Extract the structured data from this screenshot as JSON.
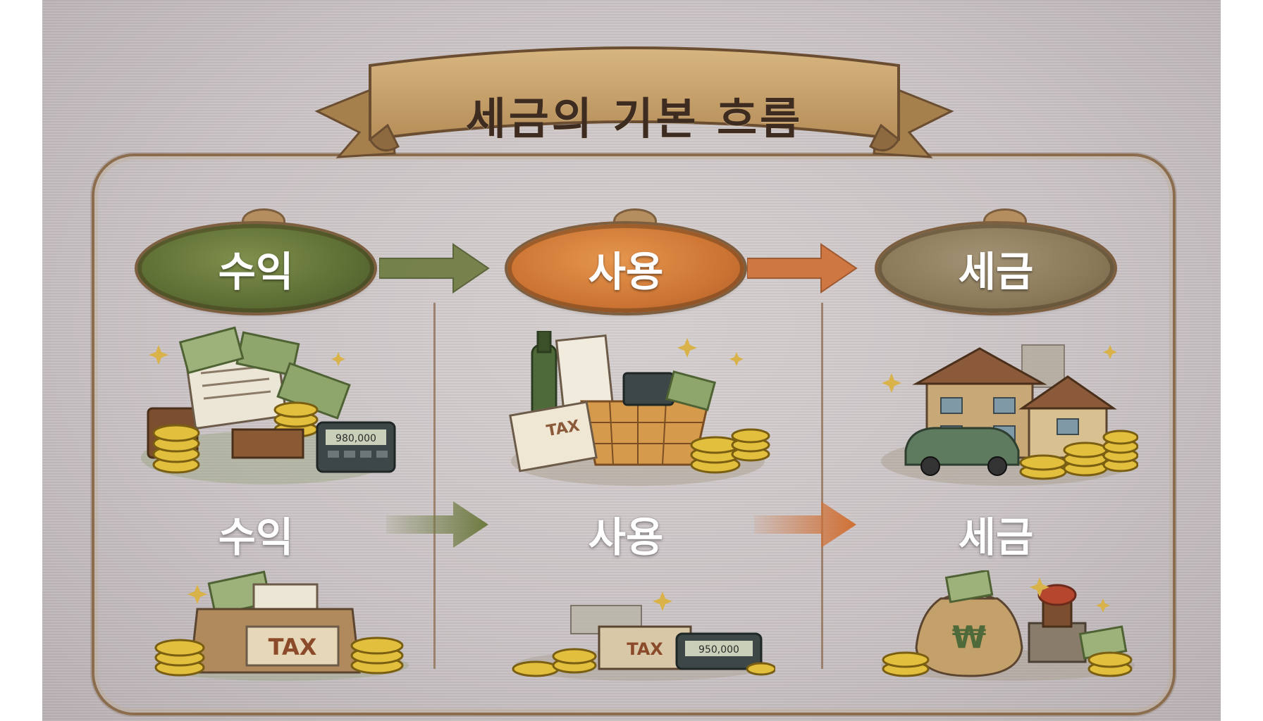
{
  "title": "세금의 기본 흐름",
  "row1": {
    "income": "수익",
    "spending": "사용",
    "tax": "세금"
  },
  "row2": {
    "income": "수익",
    "spending": "사용",
    "tax": "세금"
  },
  "illustrations": {
    "income_top_calculator": "980,000",
    "spending_top_receipt": "TAX",
    "income_bottom_box": "TAX",
    "spending_bottom_box": "TAX",
    "spending_bottom_calculator": "950,000",
    "tax_bottom_bag_symbol": "₩"
  },
  "colors": {
    "income": "#5d6e34",
    "spending": "#cc7433",
    "tax": "#8a7958",
    "frame": "#8b6d4e",
    "banner": "#c9a26b"
  }
}
